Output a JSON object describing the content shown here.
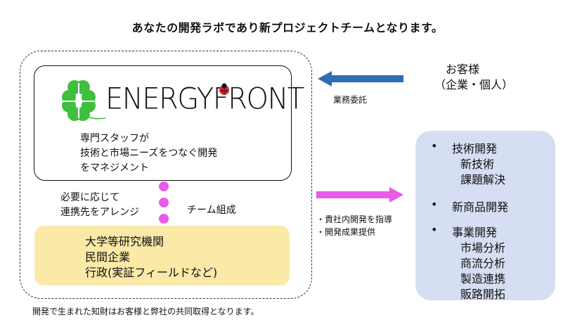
{
  "title": "あなたの開発ラボであり新プロジェクトチームとなります。",
  "company": {
    "logo_text": "ENERGYFRONT",
    "description": [
      "専門スタッフが",
      "技術と市場ニーズをつなぐ開発",
      "をマネジメント"
    ]
  },
  "connector": {
    "left_text": [
      "必要に応じて",
      "連携先をアレンジ"
    ],
    "right_text": "チーム組成"
  },
  "partners": [
    "大学等研究機関",
    "民間企業",
    "行政(実証フィールドなど)"
  ],
  "footnote": "開発で生まれた知財はお客様と弊社の共同取得となります。",
  "client": {
    "line1": "お客様",
    "line2": "（企業・個人）"
  },
  "arrow_in_label": "業務委託",
  "arrow_out_labels": [
    "・貴社内開発を指導",
    "・開発成果提供"
  ],
  "results": [
    {
      "bullet": "•",
      "label": "技術開発",
      "subs": [
        "新技術",
        "課題解決"
      ]
    },
    {
      "bullet": "•",
      "label": "新商品開発",
      "subs": []
    },
    {
      "bullet": "•",
      "label": "事業開発",
      "subs": [
        "市場分析",
        "商流分析",
        "製造連携",
        "販路開拓"
      ]
    }
  ],
  "colors": {
    "arrow_in": "#2f6cb5",
    "arrow_out": "#e85be8",
    "partners_bg": "#fbe9a8",
    "results_bg": "#d5def2",
    "clover": "#3fbf3f"
  }
}
